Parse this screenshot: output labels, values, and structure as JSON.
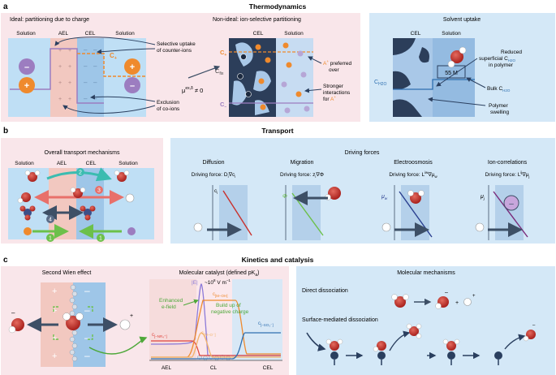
{
  "sections": {
    "a": {
      "letter": "a",
      "title": "Thermodynamics",
      "ideal": {
        "title": "Ideal: partitioning due to charge",
        "col_labels": [
          "Solution",
          "AEL",
          "CEL",
          "Solution"
        ],
        "c_plus": "C",
        "c_plus_sub": "+",
        "callout_selective": [
          "Selective uptake",
          "of counter-ions"
        ],
        "callout_exclusion": [
          "Exclusion",
          "of co-ions"
        ]
      },
      "mu_label": "μ",
      "mu_sup": "ex,δ",
      "mu_rhs": " ≠ 0",
      "nonideal": {
        "title": "Non-ideal: ion-selective partitioning",
        "col_labels": [
          "CEL",
          "Solution"
        ],
        "c_plus": "C",
        "c_plus_sub": "+",
        "c_minus": "C",
        "c_minus_sub": "–",
        "c_fix": "C",
        "c_fix_sub": "fix",
        "callout_preferred_a": "A",
        "callout_preferred_a_sup": "+",
        "callout_preferred_rest": " preferred",
        "callout_over": "over",
        "callout_stronger": [
          "Stronger",
          "interactions"
        ],
        "callout_for": "for ",
        "callout_for_a": "A",
        "callout_for_a_sup": "+"
      },
      "solvent": {
        "title": "Solvent uptake",
        "col_labels": [
          "CEL",
          "Solution"
        ],
        "box_value": "55 M",
        "c_h2o": "C",
        "c_h2o_sub": "H2O",
        "callout_reduced": [
          "Reduced",
          "superficial C"
        ],
        "callout_reduced_sub": "H2O",
        "callout_reduced_tail": "in polymer",
        "callout_bulk": "Bulk C",
        "callout_bulk_sub": "H2O",
        "callout_polymer": [
          "Polymer",
          "swelling"
        ]
      }
    },
    "b": {
      "letter": "b",
      "title": "Transport",
      "overall": {
        "title": "Overall transport mechanisms",
        "col_labels": [
          "Solution",
          "AEL",
          "CEL",
          "Solution"
        ],
        "numbers": [
          "1",
          "2",
          "3",
          "4"
        ]
      },
      "driving": {
        "title": "Driving forces",
        "items": [
          {
            "name": "Diffusion",
            "force": "Driving force: D",
            "force_sub": "i",
            "force_tail": "∇c",
            "force_tail_sub": "i",
            "axis": "c",
            "axis_sub": "i"
          },
          {
            "name": "Migration",
            "force": "Driving force: z",
            "force_sub": "i",
            "force_tail": "∇Φ",
            "force_tail_sub": "",
            "axis": "Φ",
            "axis_sub": ""
          },
          {
            "name": "Electroosmosis",
            "force": "Driving force: L",
            "force_sup": "iw",
            "force_tail": "∇μ",
            "force_tail_sub": "w",
            "axis": "μ",
            "axis_sub": "w"
          },
          {
            "name": "Ion-correlations",
            "force": "Driving force: L",
            "force_sup": "ij",
            "force_tail": "∇μ",
            "force_tail_sub": "j",
            "axis": "μ",
            "axis_sub": "j"
          }
        ]
      }
    },
    "c": {
      "letter": "c",
      "title": "Kinetics and catalysis",
      "wien": {
        "title": "Second Wien effect"
      },
      "molcat": {
        "title": "Molecular catalyst (defined pK",
        "title_sub": "a",
        "title_tail": ")",
        "field_label": "|E|",
        "field_value": "~10",
        "field_sup": "8",
        "field_unit": " V m",
        "field_unit_sup": "–1",
        "enhanced": [
          "Enhanced",
          "e-field"
        ],
        "buildup": [
          "Build up of",
          "negative charge"
        ],
        "c_moh": "c",
        "c_moh_sub": "[M–OH]",
        "c_mo": "c",
        "c_mo_sub": "[M–O⁻]",
        "c_nh": "c",
        "c_nh_sub": "[–NR₄⁺]",
        "c_so": "c",
        "c_so_sub": "[–SO₃⁻]",
        "x_labels": [
          "AEL",
          "CL",
          "CEL"
        ]
      },
      "mechanisms": {
        "title": "Molecular mechanisms",
        "direct": "Direct dissociation",
        "surface": "Surface-mediated dissociation"
      }
    }
  },
  "colors": {
    "panel_bg": "#d4e8f7",
    "panel_pink": "#f9e6ea",
    "ael": "#f2c8c0",
    "cel": "#9ec6e8",
    "solution": "#bfdff5",
    "navy": "#2a3f5f",
    "accent_orange": "#ef8a2d",
    "accent_purple": "#9c7dc0",
    "teal": "#3bbcb0",
    "salmon": "#e8706a",
    "green": "#6cc04a",
    "red_molecule": "#c9302c"
  }
}
